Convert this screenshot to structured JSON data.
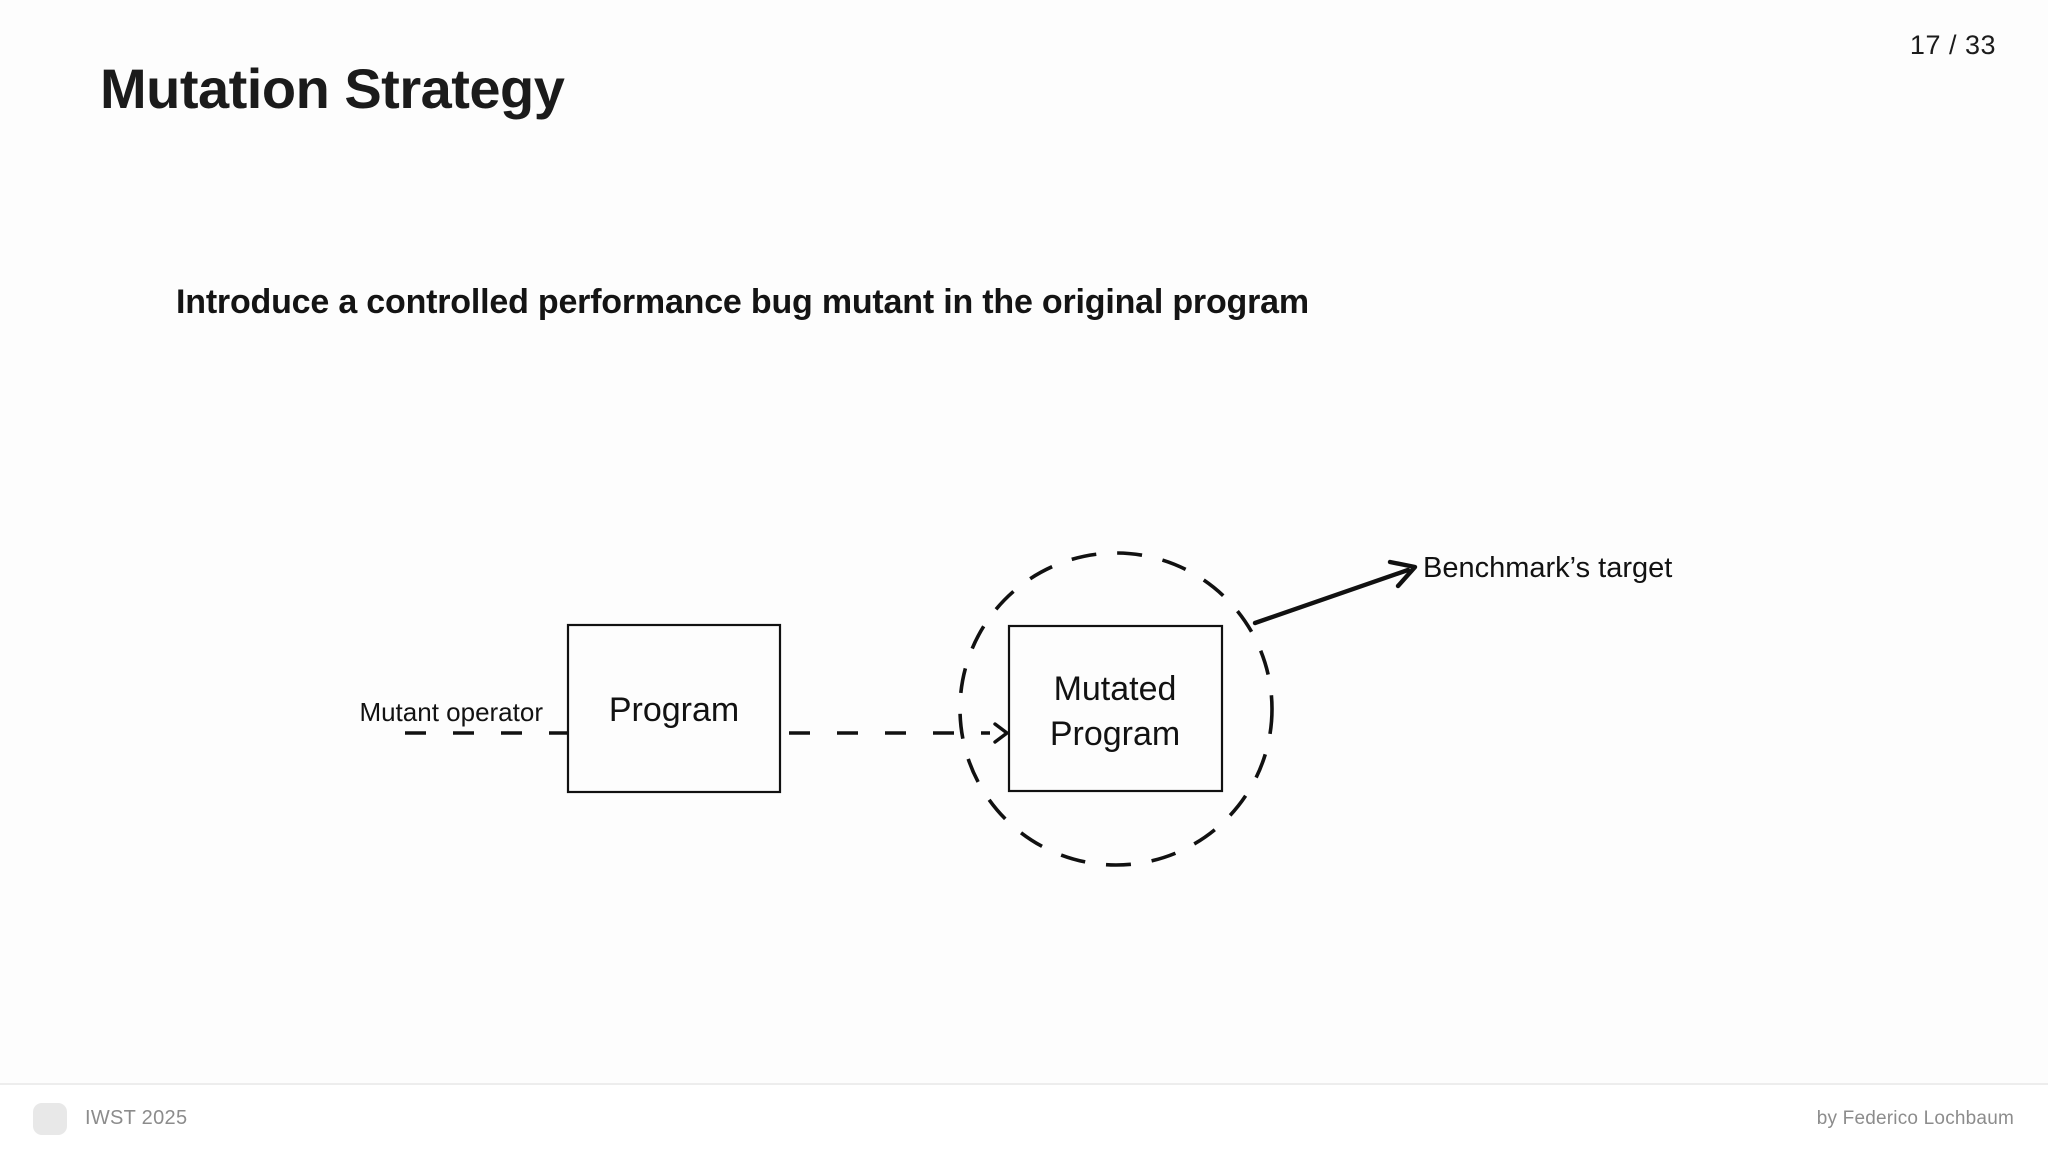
{
  "header": {
    "title": "Mutation Strategy",
    "page_indicator": "17 / 33"
  },
  "body": {
    "statement": "Introduce a controlled performance bug mutant in the original program"
  },
  "diagram": {
    "mutant_operator_label": "Mutant operator",
    "program_label": "Program",
    "mutated_program_label": [
      "Mutated",
      "Program"
    ],
    "benchmark_target_label": "Benchmark’s target"
  },
  "footer": {
    "conference": "IWST 2025",
    "author": "by Federico Lochbaum"
  },
  "colors": {
    "background": "#fdfdfd",
    "ink": "#111111",
    "footer_background": "#ffffff",
    "footer_divider": "#ededed",
    "footer_text": "#8c8c8c",
    "footer_logo": "#e8e8e8"
  }
}
